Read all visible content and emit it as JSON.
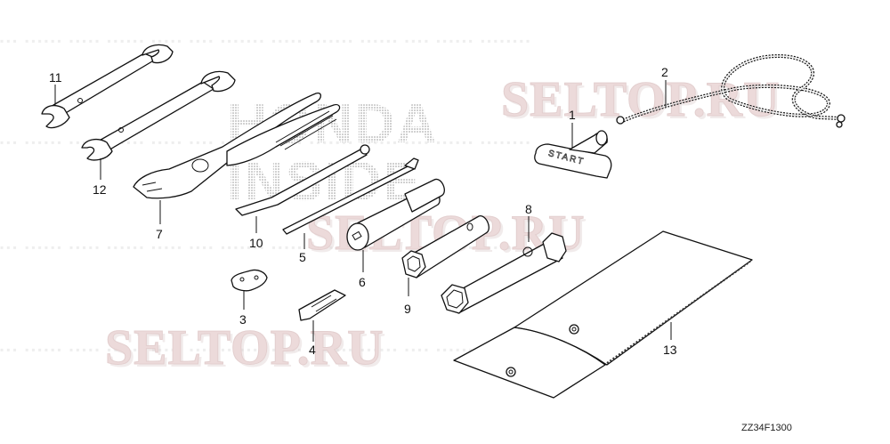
{
  "diagram": {
    "title": "Tool kit parts diagram",
    "drawing_code": "ZZ34F1300",
    "watermarks": {
      "seltop_text": "SELTOP.RU",
      "seltop_color": "#ecdada",
      "background_logo_line1": "HONDA",
      "background_logo_line2": "INSIDE"
    },
    "parts": [
      {
        "ref": "1",
        "name": "start-grip",
        "label_text": "START"
      },
      {
        "ref": "2",
        "name": "starter-rope"
      },
      {
        "ref": "3",
        "name": "clip-part-3"
      },
      {
        "ref": "4",
        "name": "clip-part-4"
      },
      {
        "ref": "5",
        "name": "screwdriver-shaft"
      },
      {
        "ref": "6",
        "name": "screwdriver-handle"
      },
      {
        "ref": "7",
        "name": "pliers"
      },
      {
        "ref": "8",
        "name": "box-wrench-large"
      },
      {
        "ref": "9",
        "name": "box-wrench-small"
      },
      {
        "ref": "10",
        "name": "flat-screwdriver-bar"
      },
      {
        "ref": "11",
        "name": "open-end-wrench-small"
      },
      {
        "ref": "12",
        "name": "open-end-wrench-large"
      },
      {
        "ref": "13",
        "name": "tool-bag"
      }
    ]
  }
}
